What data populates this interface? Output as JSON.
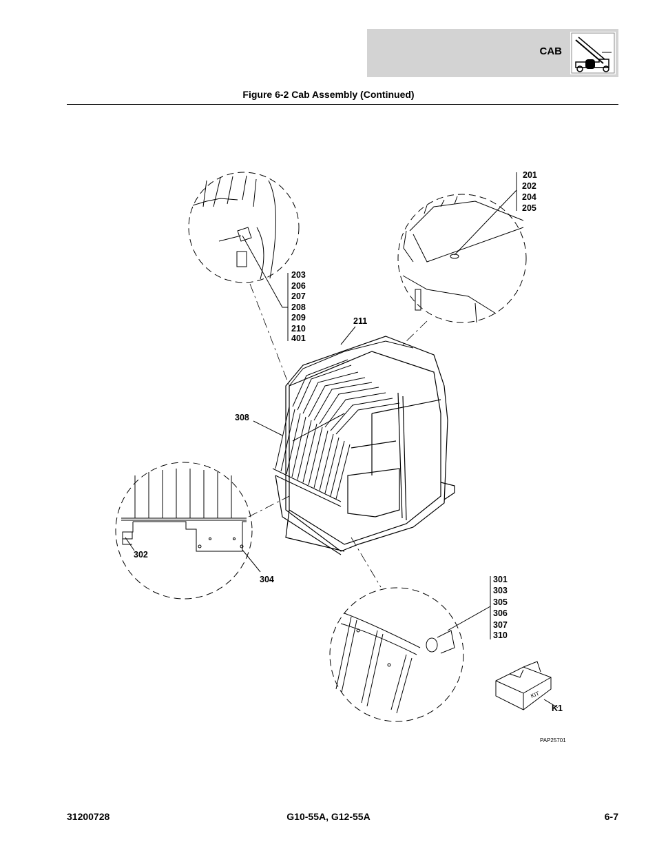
{
  "header": {
    "section": "CAB",
    "icon": "telehandler-icon"
  },
  "figure": {
    "caption": "Figure 6-2 Cab Assembly (Continued)",
    "callouts": {
      "top_right_group": [
        "201",
        "202",
        "204",
        "205"
      ],
      "top_left_group": [
        "203",
        "206",
        "207",
        "208",
        "209",
        "210",
        "401"
      ],
      "single_211": "211",
      "single_308": "308",
      "single_302": "302",
      "single_304": "304",
      "bottom_right_group": [
        "301",
        "303",
        "305",
        "306",
        "307",
        "310"
      ],
      "kit": "K1",
      "kit_box_text": "KIT"
    },
    "drawing_number": "PAP25701"
  },
  "footer": {
    "doc_number": "31200728",
    "models": "G10-55A, G12-55A",
    "page": "6-7"
  }
}
